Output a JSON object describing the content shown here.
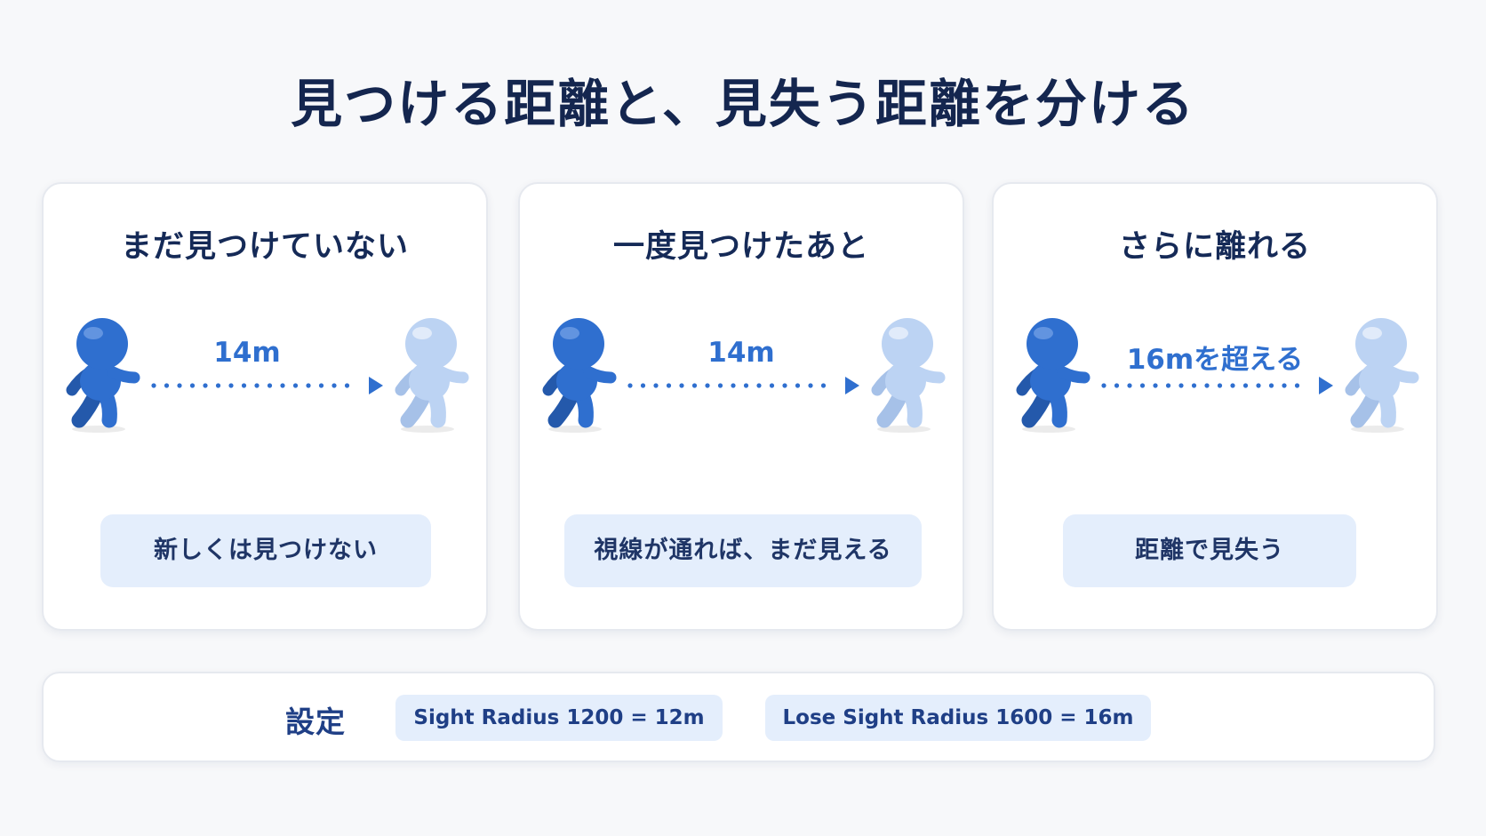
{
  "title": "見つける距離と、見失う距離を分ける",
  "colors": {
    "seeker": "#2f6fcf",
    "target": "#bcd3f3",
    "arrow": "#2f6fcf",
    "result_bg": "#e4eefc"
  },
  "panels": [
    {
      "title": "まだ見つけていない",
      "distance": "14m",
      "result": "新しくは見つけない"
    },
    {
      "title": "一度見つけたあと",
      "distance": "14m",
      "result": "視線が通れば、まだ見える"
    },
    {
      "title": "さらに離れる",
      "distance": "16mを超える",
      "result": "距離で見失う"
    }
  ],
  "settings": {
    "label": "設定",
    "sight": "Sight Radius 1200 = 12m",
    "lose": "Lose Sight Radius 1600 = 16m"
  }
}
